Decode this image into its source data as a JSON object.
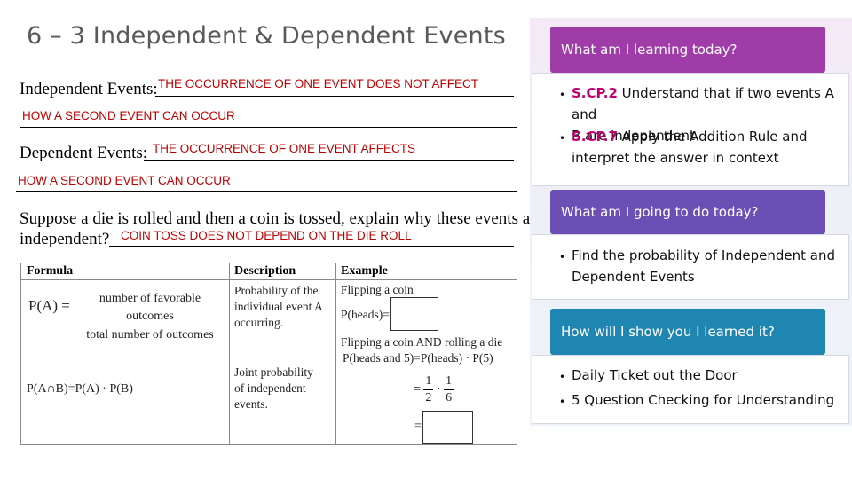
{
  "title": "6 – 3 Independent & Dependent Events",
  "independent": {
    "label": "Independent Events:",
    "answer_line1": "THE OCCURRENCE OF ONE EVENT DOES NOT AFFECT",
    "answer_line2": "HOW A SECOND EVENT CAN OCCUR"
  },
  "dependent": {
    "label": "Dependent Events:",
    "answer_line1": "THE OCCURRENCE OF ONE EVENT AFFECTS",
    "answer_line2": "HOW A SECOND EVENT CAN OCCUR"
  },
  "question": {
    "line1": "Suppose a die is rolled and then a coin is tossed, explain why these events are",
    "line2": "independent?",
    "answer": "COIN TOSS DOES NOT DEPEND ON THE DIE ROLL"
  },
  "table": {
    "headers": [
      "Formula",
      "Description",
      "Example"
    ],
    "row1": {
      "formula_lhs": "P(A) =",
      "formula_num": "number of favorable outcomes",
      "formula_den": "total number of outcomes",
      "desc": [
        "Probability of the",
        "individual event A",
        "occurring."
      ],
      "example": [
        "Flipping a coin",
        "P(heads)="
      ]
    },
    "row2": {
      "formula": "P(A∩B)=P(A) · P(B)",
      "desc": [
        "Joint probability",
        "of independent",
        "events."
      ],
      "example_line1": "Flipping a coin AND rolling a die",
      "example_line2": "P(heads and 5)=P(heads) · P(5)",
      "eq": "=",
      "f1_num": "1",
      "f1_den": "2",
      "dot": "·",
      "f2_num": "1",
      "f2_den": "6",
      "eq2": "="
    }
  },
  "panel": {
    "cards": [
      {
        "heading": "What am I learning today?",
        "bullets": [
          {
            "code": "S.CP.2",
            "text_l1": " Understand that if two events A and",
            "text_l2": "B are independent"
          },
          {
            "code": "S.CP.7",
            "text_l1": " Apply the Addition Rule and",
            "text_l2": "interpret the answer in context"
          }
        ]
      },
      {
        "heading": "What am I going to do today?",
        "bullets": [
          {
            "text_l1": "Find the probability of Independent and",
            "text_l2": "Dependent Events"
          }
        ]
      },
      {
        "heading": "How will I show you I learned it?",
        "bullets": [
          {
            "text_l1": "Daily Ticket out the Door"
          },
          {
            "text_l1": "5 Question Checking for Understanding"
          }
        ]
      }
    ],
    "colors": {
      "card1": "#a03ca8",
      "card2": "#6b4fb5",
      "card3": "#1e86b0"
    },
    "bullet_glyph": "•"
  }
}
